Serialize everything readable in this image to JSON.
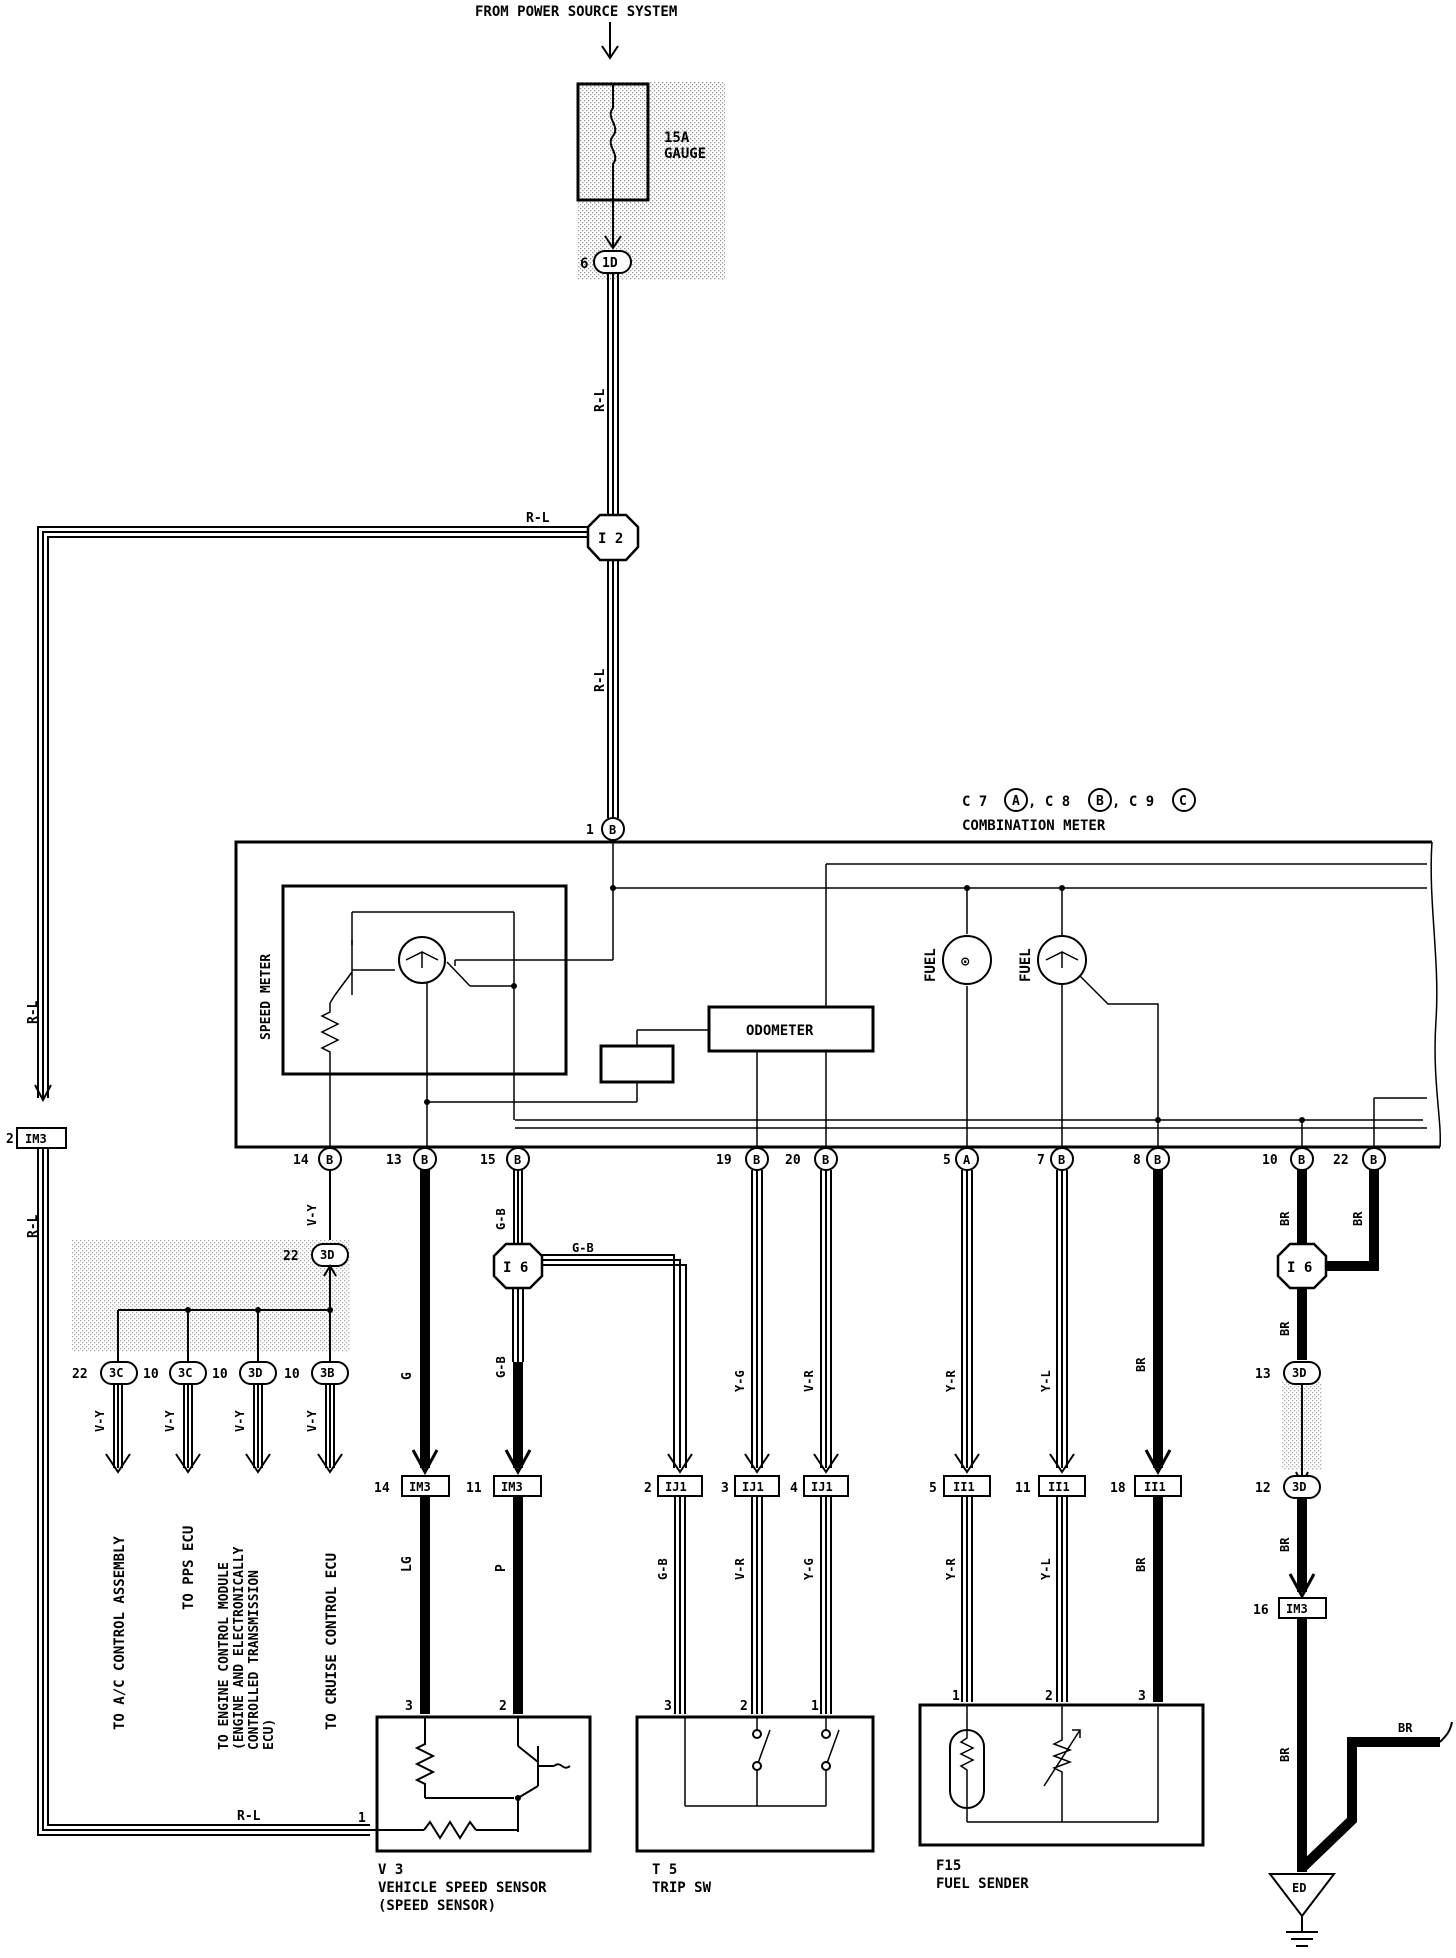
{
  "title": "FROM POWER SOURCE SYSTEM",
  "fuse": {
    "rating": "15A",
    "name": "GAUGE"
  },
  "junction": {
    "pin": "6",
    "code": "1D"
  },
  "wire_colors": {
    "rl": "R-L",
    "vy": "V-Y",
    "gb": "G-B",
    "g": "G",
    "lg": "LG",
    "p": "P",
    "yg": "Y-G",
    "vr": "V-R",
    "yr": "Y-R",
    "yl": "Y-L",
    "br": "BR"
  },
  "splices": {
    "i2": "I 2",
    "i6a": "I 6",
    "i6b": "I 6"
  },
  "meter": {
    "ref": "C 7",
    "ref_a": "A",
    "ref_b_prefix": ", C 8",
    "ref_b": "B",
    "ref_c_prefix": ", C 9",
    "ref_c": "C",
    "name": "COMBINATION METER",
    "speed_meter": "SPEED METER",
    "odometer": "ODOMETER",
    "fuel": "FUEL"
  },
  "pins": {
    "p1": "1",
    "p14": "14",
    "p13": "13",
    "p15": "15",
    "p19": "19",
    "p20": "20",
    "p5": "5",
    "p7": "7",
    "p8": "8",
    "p10": "10",
    "p22": "22",
    "p2": "2",
    "p11": "11",
    "p3": "3",
    "p4": "4",
    "p18": "18",
    "p16": "16",
    "p12": "12",
    "p1b": "1",
    "p2b": "2",
    "p3b": "3",
    "p1c": "1",
    "p2c": "2",
    "p3c": "3",
    "p1d": "1",
    "p2d": "2",
    "p3d": "3",
    "p13b": "13",
    "p10a": "10",
    "p10b": "10",
    "p10c": "10",
    "p22b": "22"
  },
  "connectors": {
    "im3": "IM3",
    "ij1": "IJ1",
    "ii1": "II1",
    "c3d": "3D",
    "c3c": "3C",
    "c3b": "3B",
    "cb": "B",
    "ca": "A"
  },
  "destinations": {
    "ac": "TO A/C CONTROL ASSEMBLY",
    "pps": "TO PPS ECU",
    "ecm_1": "TO ENGINE CONTROL MODULE",
    "ecm_2": "(ENGINE AND ELECTRONICALLY",
    "ecm_3": "CONTROLLED TRANSMISSION",
    "ecm_4": "ECU)",
    "cruise": "TO CRUISE CONTROL ECU"
  },
  "components": {
    "v3_id": "V 3",
    "v3_name": "VEHICLE SPEED SENSOR",
    "v3_sub": "(SPEED SENSOR)",
    "t5_id": "T 5",
    "t5_name": "TRIP SW",
    "f15_id": "F15",
    "f15_name": "FUEL SENDER"
  },
  "ground": "ED"
}
